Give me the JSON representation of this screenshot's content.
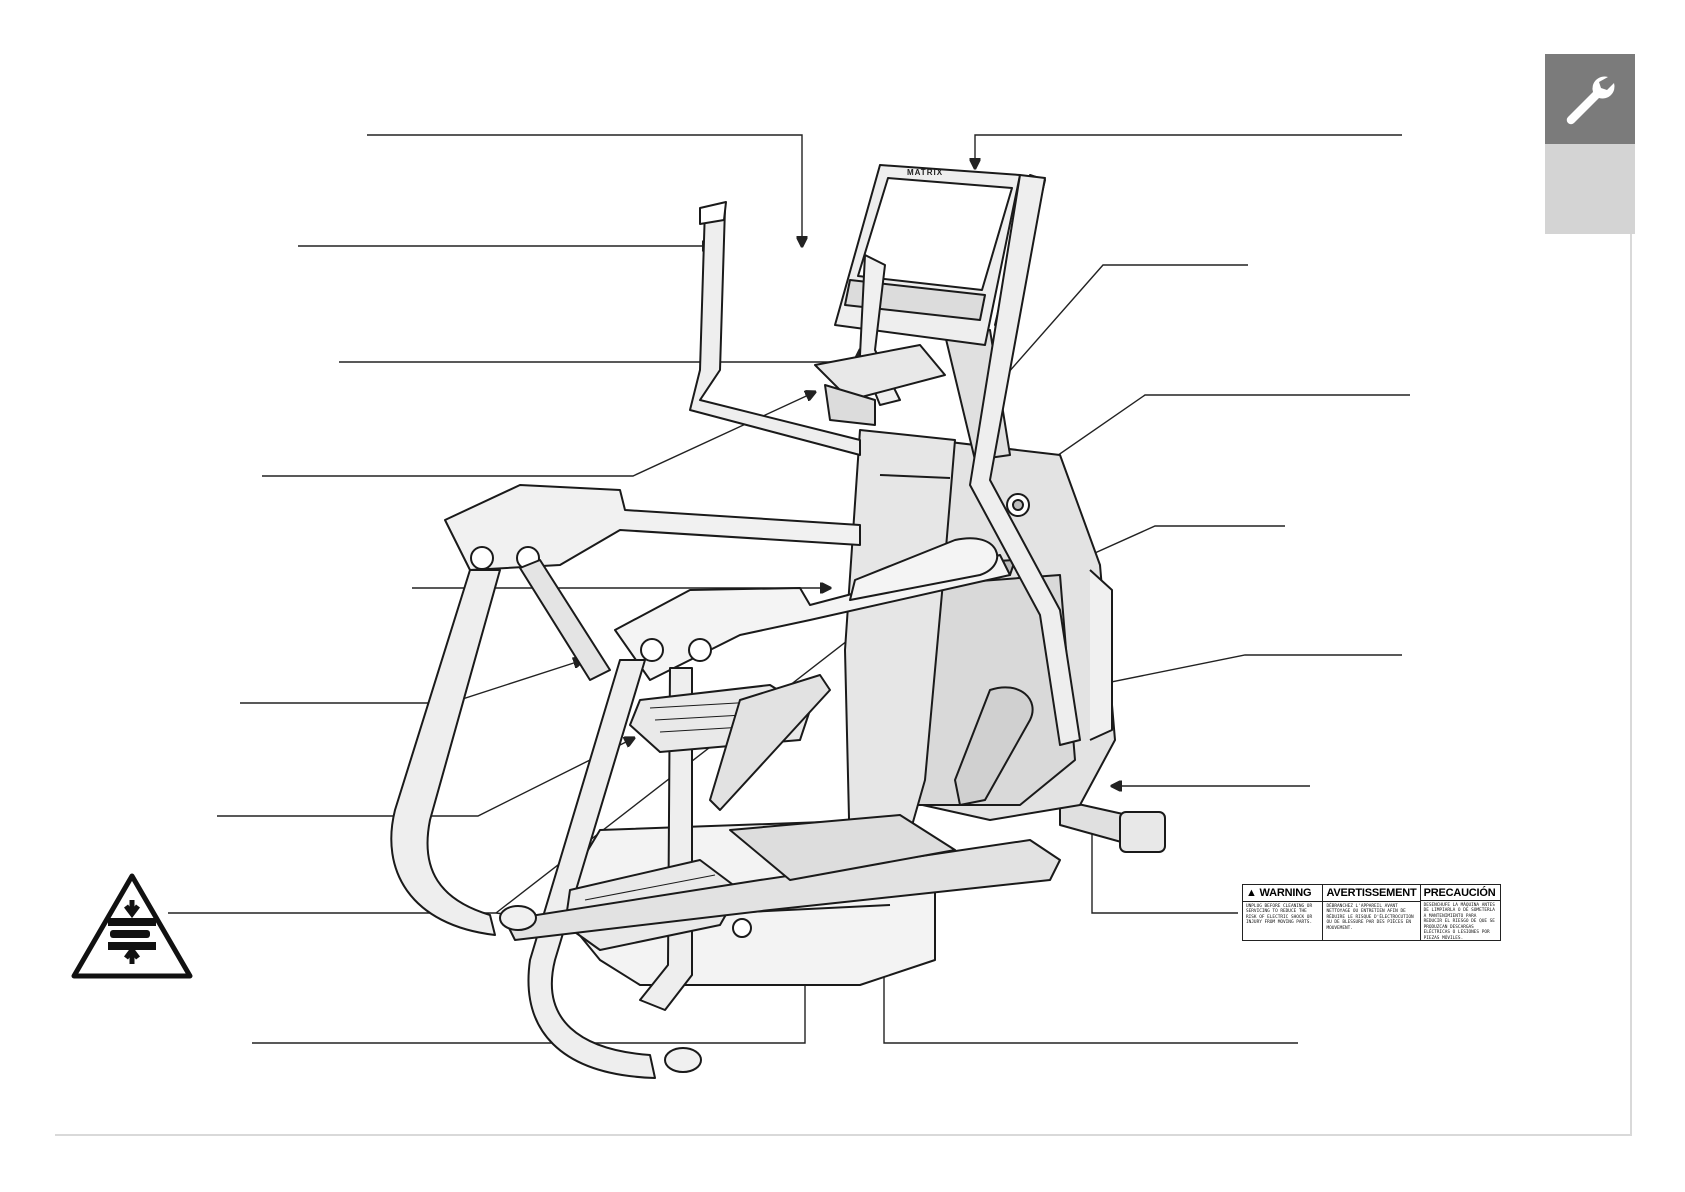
{
  "section_tab": {
    "icon": "wrench-icon",
    "active_color": "#7b7b7b",
    "inactive_color": "#d4d4d4"
  },
  "console": {
    "brand": "MATRIX"
  },
  "warning_label": {
    "warning": {
      "title": "WARNING",
      "text": "UNPLUG BEFORE CLEANING OR SERVICING TO REDUCE THE RISK OF ELECTRIC SHOCK OR INJURY FROM MOVING PARTS."
    },
    "avertissement": {
      "title": "AVERTISSEMENT",
      "text": "DÉBRANCHEZ L'APPAREIL AVANT NETTOYAGE OU ENTRETIEN AFIN DE RÉDUIRE LE RISQUE D'ÉLECTROCUTION OU DE BLESSURE PAR DES PIÈCES EN MOUVEMENT."
    },
    "precaucion": {
      "title": "PRECAUCIÓN",
      "text": "DESENCHUFE LA MÁQUINA ANTES DE LIMPIARLA O DE SOMETERLA A MANTENIMIENTO PARA REDUCIR EL RIESGO DE QUE SE PRODUZCAN DESCARGAS ELÉCTRICAS O LESIONES POR PIEZAS MÓVILES."
    }
  },
  "pinch_warning_icon": "crush-hazard-icon"
}
